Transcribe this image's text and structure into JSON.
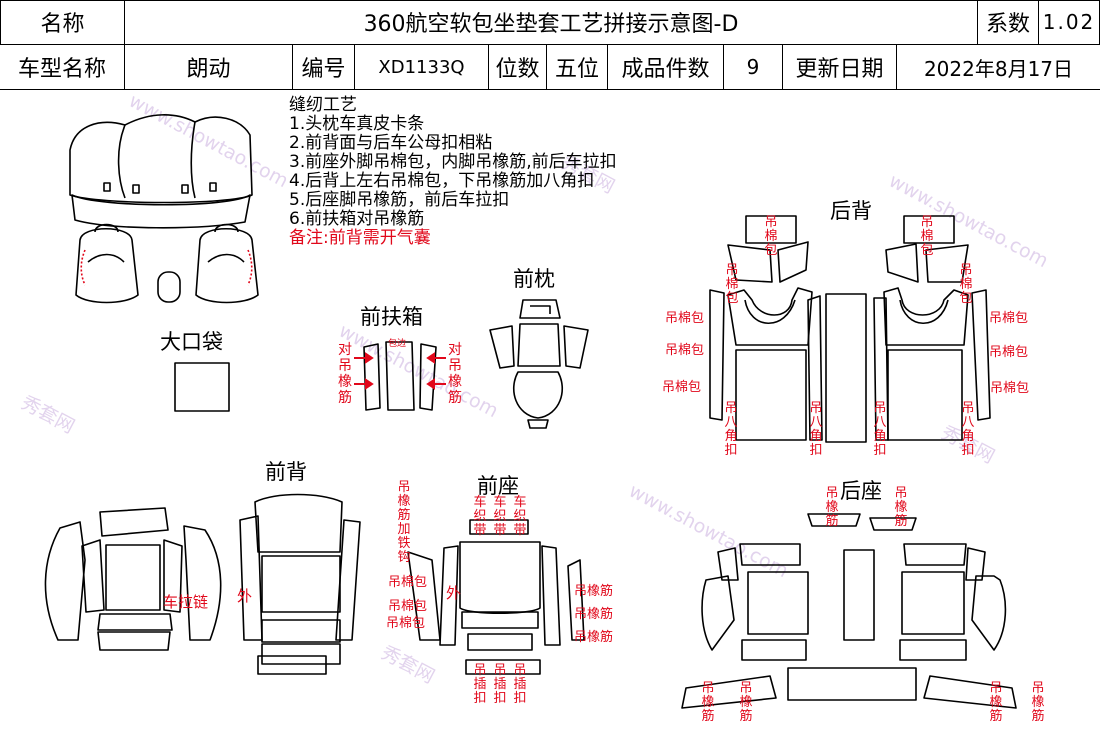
{
  "header": {
    "row1": {
      "name_label": "名称",
      "title": "360航空软包坐垫套工艺拼接示意图-D",
      "coef_label": "系数",
      "coef_value": "1.02"
    },
    "row2": {
      "model_label": "车型名称",
      "model_value": "朗动",
      "code_label": "编号",
      "code_value": "XD1133Q",
      "seat_label": "位数",
      "seat_value": "五位",
      "pieces_label": "成品件数",
      "pieces_value": "9",
      "update_label": "更新日期",
      "update_value": "2022年8月17日"
    }
  },
  "notes": {
    "title": "缝纫工艺",
    "items": [
      "1.头枕车真皮卡条",
      "2.前背面与后车公母扣相粘",
      "3.前座外脚吊棉包，内脚吊橡筋,前后车拉扣",
      "4.后背上左右吊棉包，下吊橡筋加八角扣",
      "5.后座脚吊橡筋，前后车拉扣",
      "6.前扶箱对吊橡筋"
    ],
    "remark": "备注:前背需开气囊"
  },
  "sections": {
    "big_pocket": "大口袋",
    "front_armrest": "前扶箱",
    "front_headrest": "前枕",
    "rear_back": "后背",
    "front_back": "前背",
    "front_seat": "前座",
    "rear_seat": "后座"
  },
  "annotations": {
    "armrest_left": "对吊橡筋",
    "armrest_right": "对吊橡筋",
    "armrest_bao_bian": "包边",
    "rear_back_top": "吊棉包",
    "rear_back_side": "吊棉包",
    "rear_back_bottom": "吊八角扣",
    "front_back_zipper": "车拉链",
    "outer": "外",
    "front_seat_top_left": "吊橡筋加铁钩",
    "front_seat_mianbao": "吊棉包",
    "front_seat_band": "车织带",
    "front_seat_right": "吊橡筋",
    "front_seat_bottom": "吊插扣",
    "rear_seat_top": "吊橡筋",
    "rear_seat_bottom": "吊橡筋"
  },
  "watermark": {
    "text_cn": "秀套网",
    "text_en": "www.showtao.com"
  },
  "colors": {
    "annotation_red": "#e1081b",
    "watermark": "#d9c5e8"
  }
}
